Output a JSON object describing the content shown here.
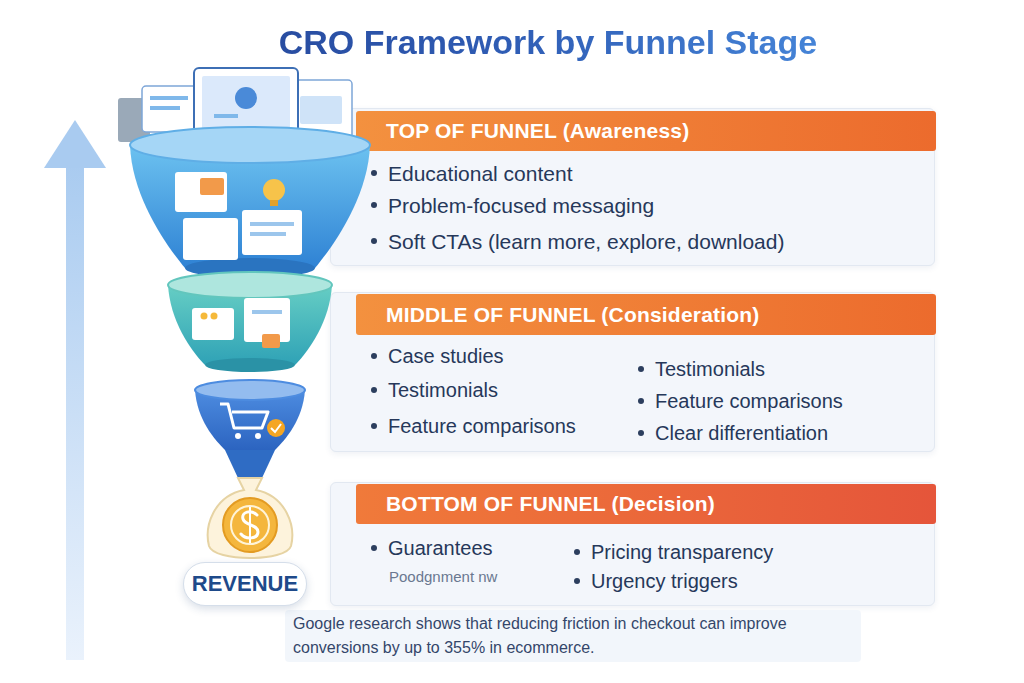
{
  "diagram": {
    "title": "CRO Framework by Funnel Stage",
    "caption": "Google research shows that reducing friction in checkout can improve conversions by up to 355% in ecommerce.",
    "nodes": [
      {
        "text": [
          "TOP OF FUNNEL (Awareness)",
          "Educational content",
          "Problem-focused messaging",
          "Soft CTAs (learn more, explore, download)"
        ]
      },
      {
        "text": [
          "MIDDLE OF FUNNEL (Consideration)",
          "Case studies",
          "Testimonials",
          "Feature comparisons",
          "Testimonials",
          "Feature comparisons",
          "Clear differentiation"
        ]
      },
      {
        "text": [
          "BOTTOM OF FUNNEL (Decision)",
          "Guarantees",
          "Poodgnment nw",
          "Pricing transparency",
          "Urgency triggers"
        ]
      },
      {
        "text": [
          "REVENUE"
        ]
      }
    ]
  }
}
